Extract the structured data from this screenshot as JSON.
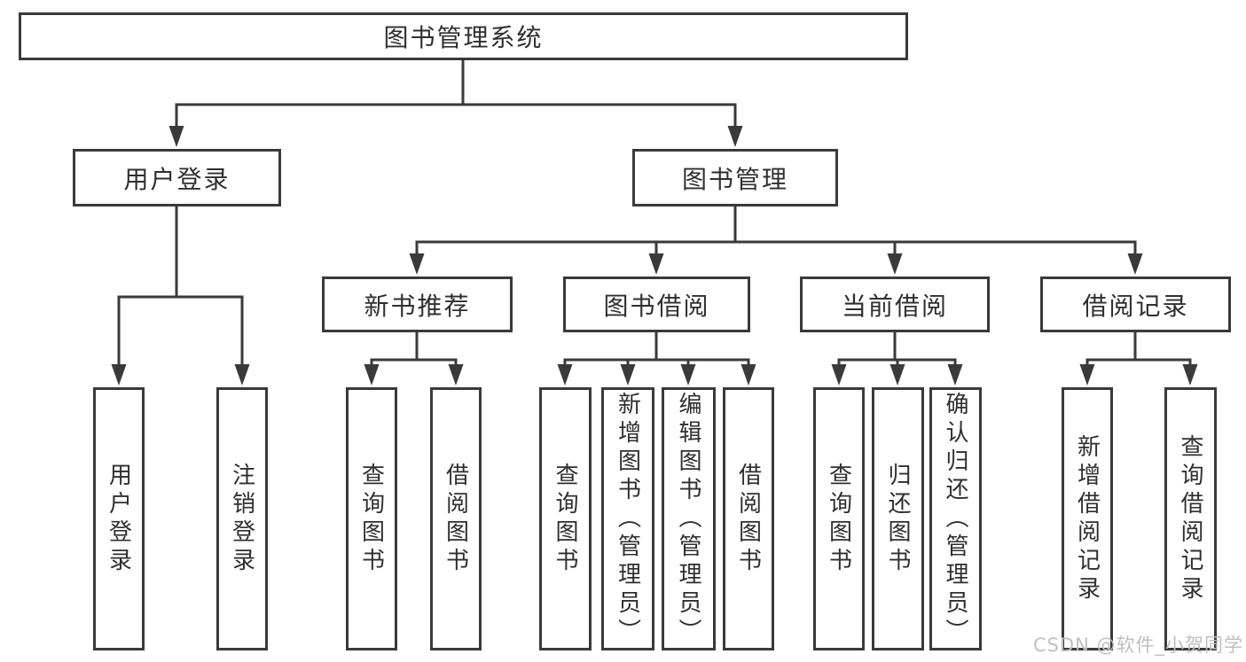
{
  "diagram": {
    "title": "图书管理系统",
    "nodes": {
      "root": {
        "label": "图书管理系统"
      },
      "user_login": {
        "label": "用户登录"
      },
      "book_management": {
        "label": "图书管理"
      },
      "new_book_recommend": {
        "label": "新书推荐"
      },
      "book_borrowing": {
        "label": "图书借阅"
      },
      "current_borrowing": {
        "label": "当前借阅"
      },
      "borrowing_records": {
        "label": "借阅记录"
      },
      "leaf_user_login": {
        "label": "用户登录"
      },
      "leaf_logout": {
        "label": "注销登录"
      },
      "leaf_query_books_1": {
        "label": "查询图书"
      },
      "leaf_borrow_books_1": {
        "label": "借阅图书"
      },
      "leaf_query_books_2": {
        "label": "查询图书"
      },
      "leaf_add_books_admin": {
        "label": "新增图书（管理员）"
      },
      "leaf_edit_books_admin": {
        "label": "编辑图书（管理员）"
      },
      "leaf_borrow_books_2": {
        "label": "借阅图书"
      },
      "leaf_query_books_3": {
        "label": "查询图书"
      },
      "leaf_return_books": {
        "label": "归还图书"
      },
      "leaf_confirm_return_admin": {
        "label": "确认归还（管理员）"
      },
      "leaf_add_borrow_record": {
        "label": "新增借阅记录"
      },
      "leaf_query_borrow_record": {
        "label": "查询借阅记录"
      }
    },
    "watermark": "CSDN @软件_小贺同学",
    "colors": {
      "line": "#3a3a3a",
      "border": "#3a3a3a",
      "text": "#2f2f2f",
      "watermark": "#c0c0c0",
      "background": "#ffffff"
    }
  }
}
